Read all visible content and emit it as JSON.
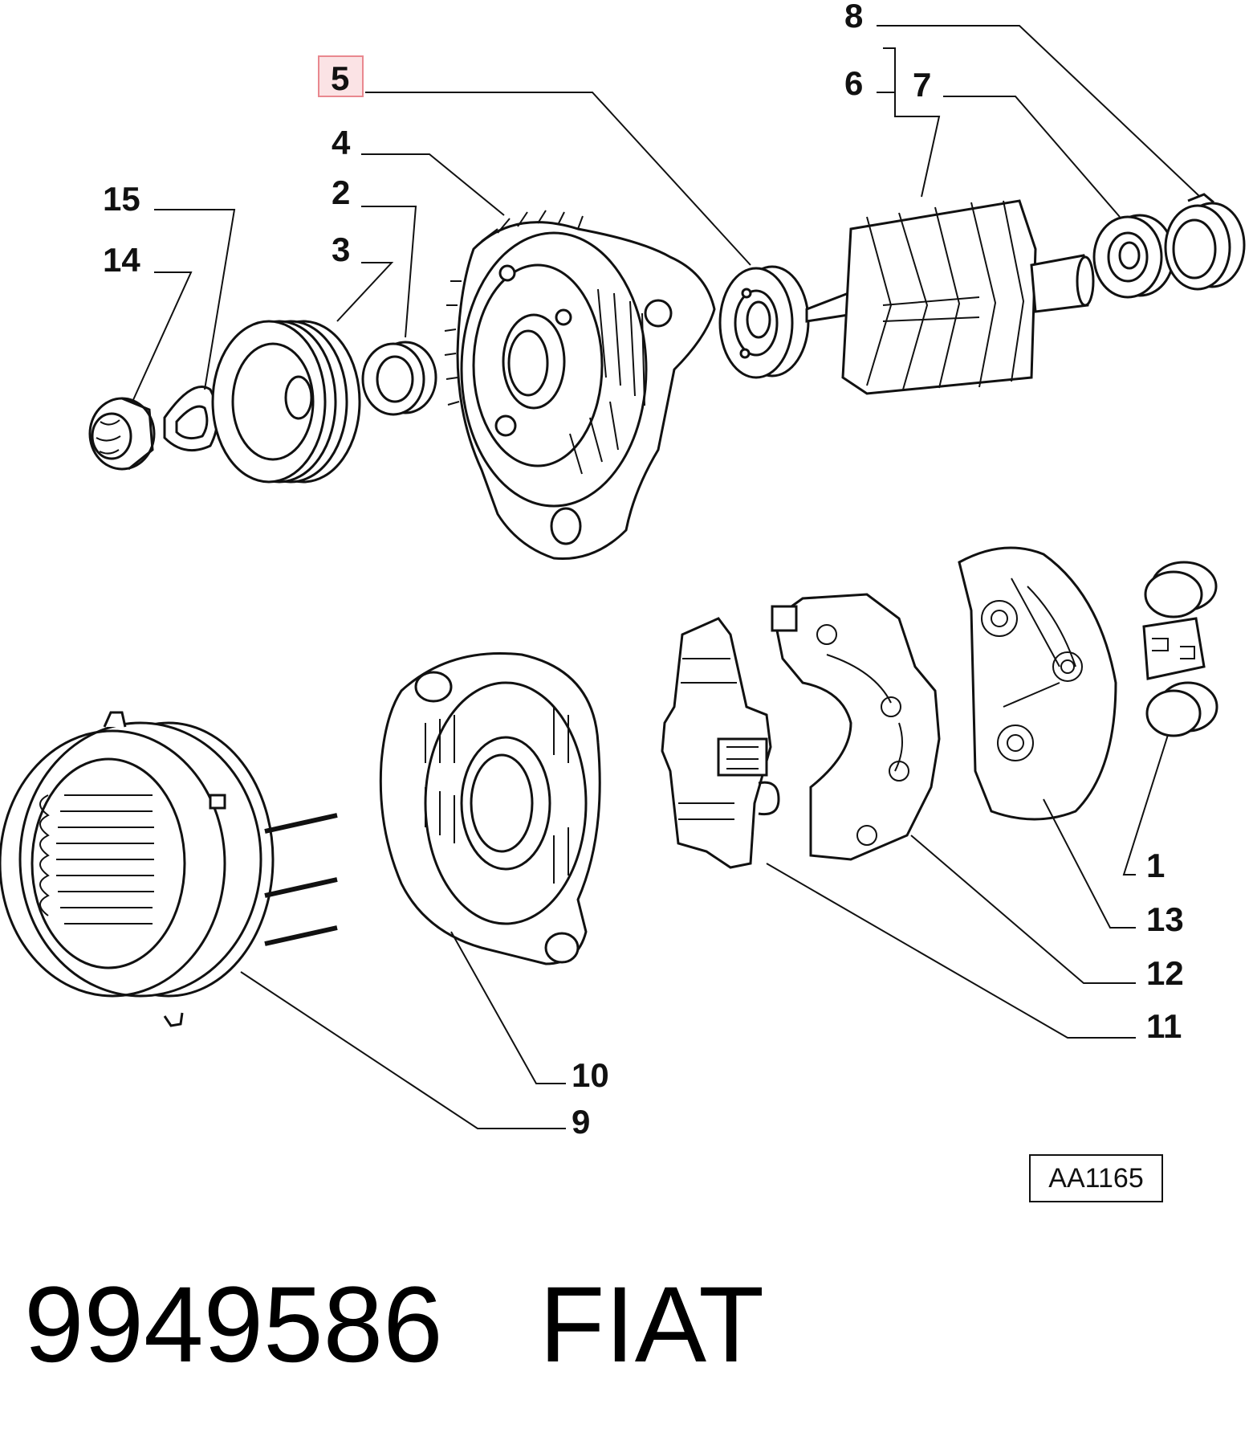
{
  "diagram": {
    "callouts": [
      {
        "id": "8",
        "label": "8",
        "highlight": false
      },
      {
        "id": "5",
        "label": "5",
        "highlight": true
      },
      {
        "id": "6",
        "label": "6",
        "highlight": false
      },
      {
        "id": "7",
        "label": "7",
        "highlight": false
      },
      {
        "id": "4",
        "label": "4",
        "highlight": false
      },
      {
        "id": "15",
        "label": "15",
        "highlight": false
      },
      {
        "id": "2",
        "label": "2",
        "highlight": false
      },
      {
        "id": "3",
        "label": "3",
        "highlight": false
      },
      {
        "id": "14",
        "label": "14",
        "highlight": false
      },
      {
        "id": "1",
        "label": "1",
        "highlight": false
      },
      {
        "id": "13",
        "label": "13",
        "highlight": false
      },
      {
        "id": "12",
        "label": "12",
        "highlight": false
      },
      {
        "id": "11",
        "label": "11",
        "highlight": false
      },
      {
        "id": "10",
        "label": "10",
        "highlight": false
      },
      {
        "id": "9",
        "label": "9",
        "highlight": false
      }
    ],
    "highlight_color": "#e9888f",
    "highlight_fill": "#fbe3e5",
    "line_color": "#111111"
  },
  "reference_code": "AA1165",
  "footer": {
    "part_number": "9949586",
    "brand": "FIAT"
  }
}
